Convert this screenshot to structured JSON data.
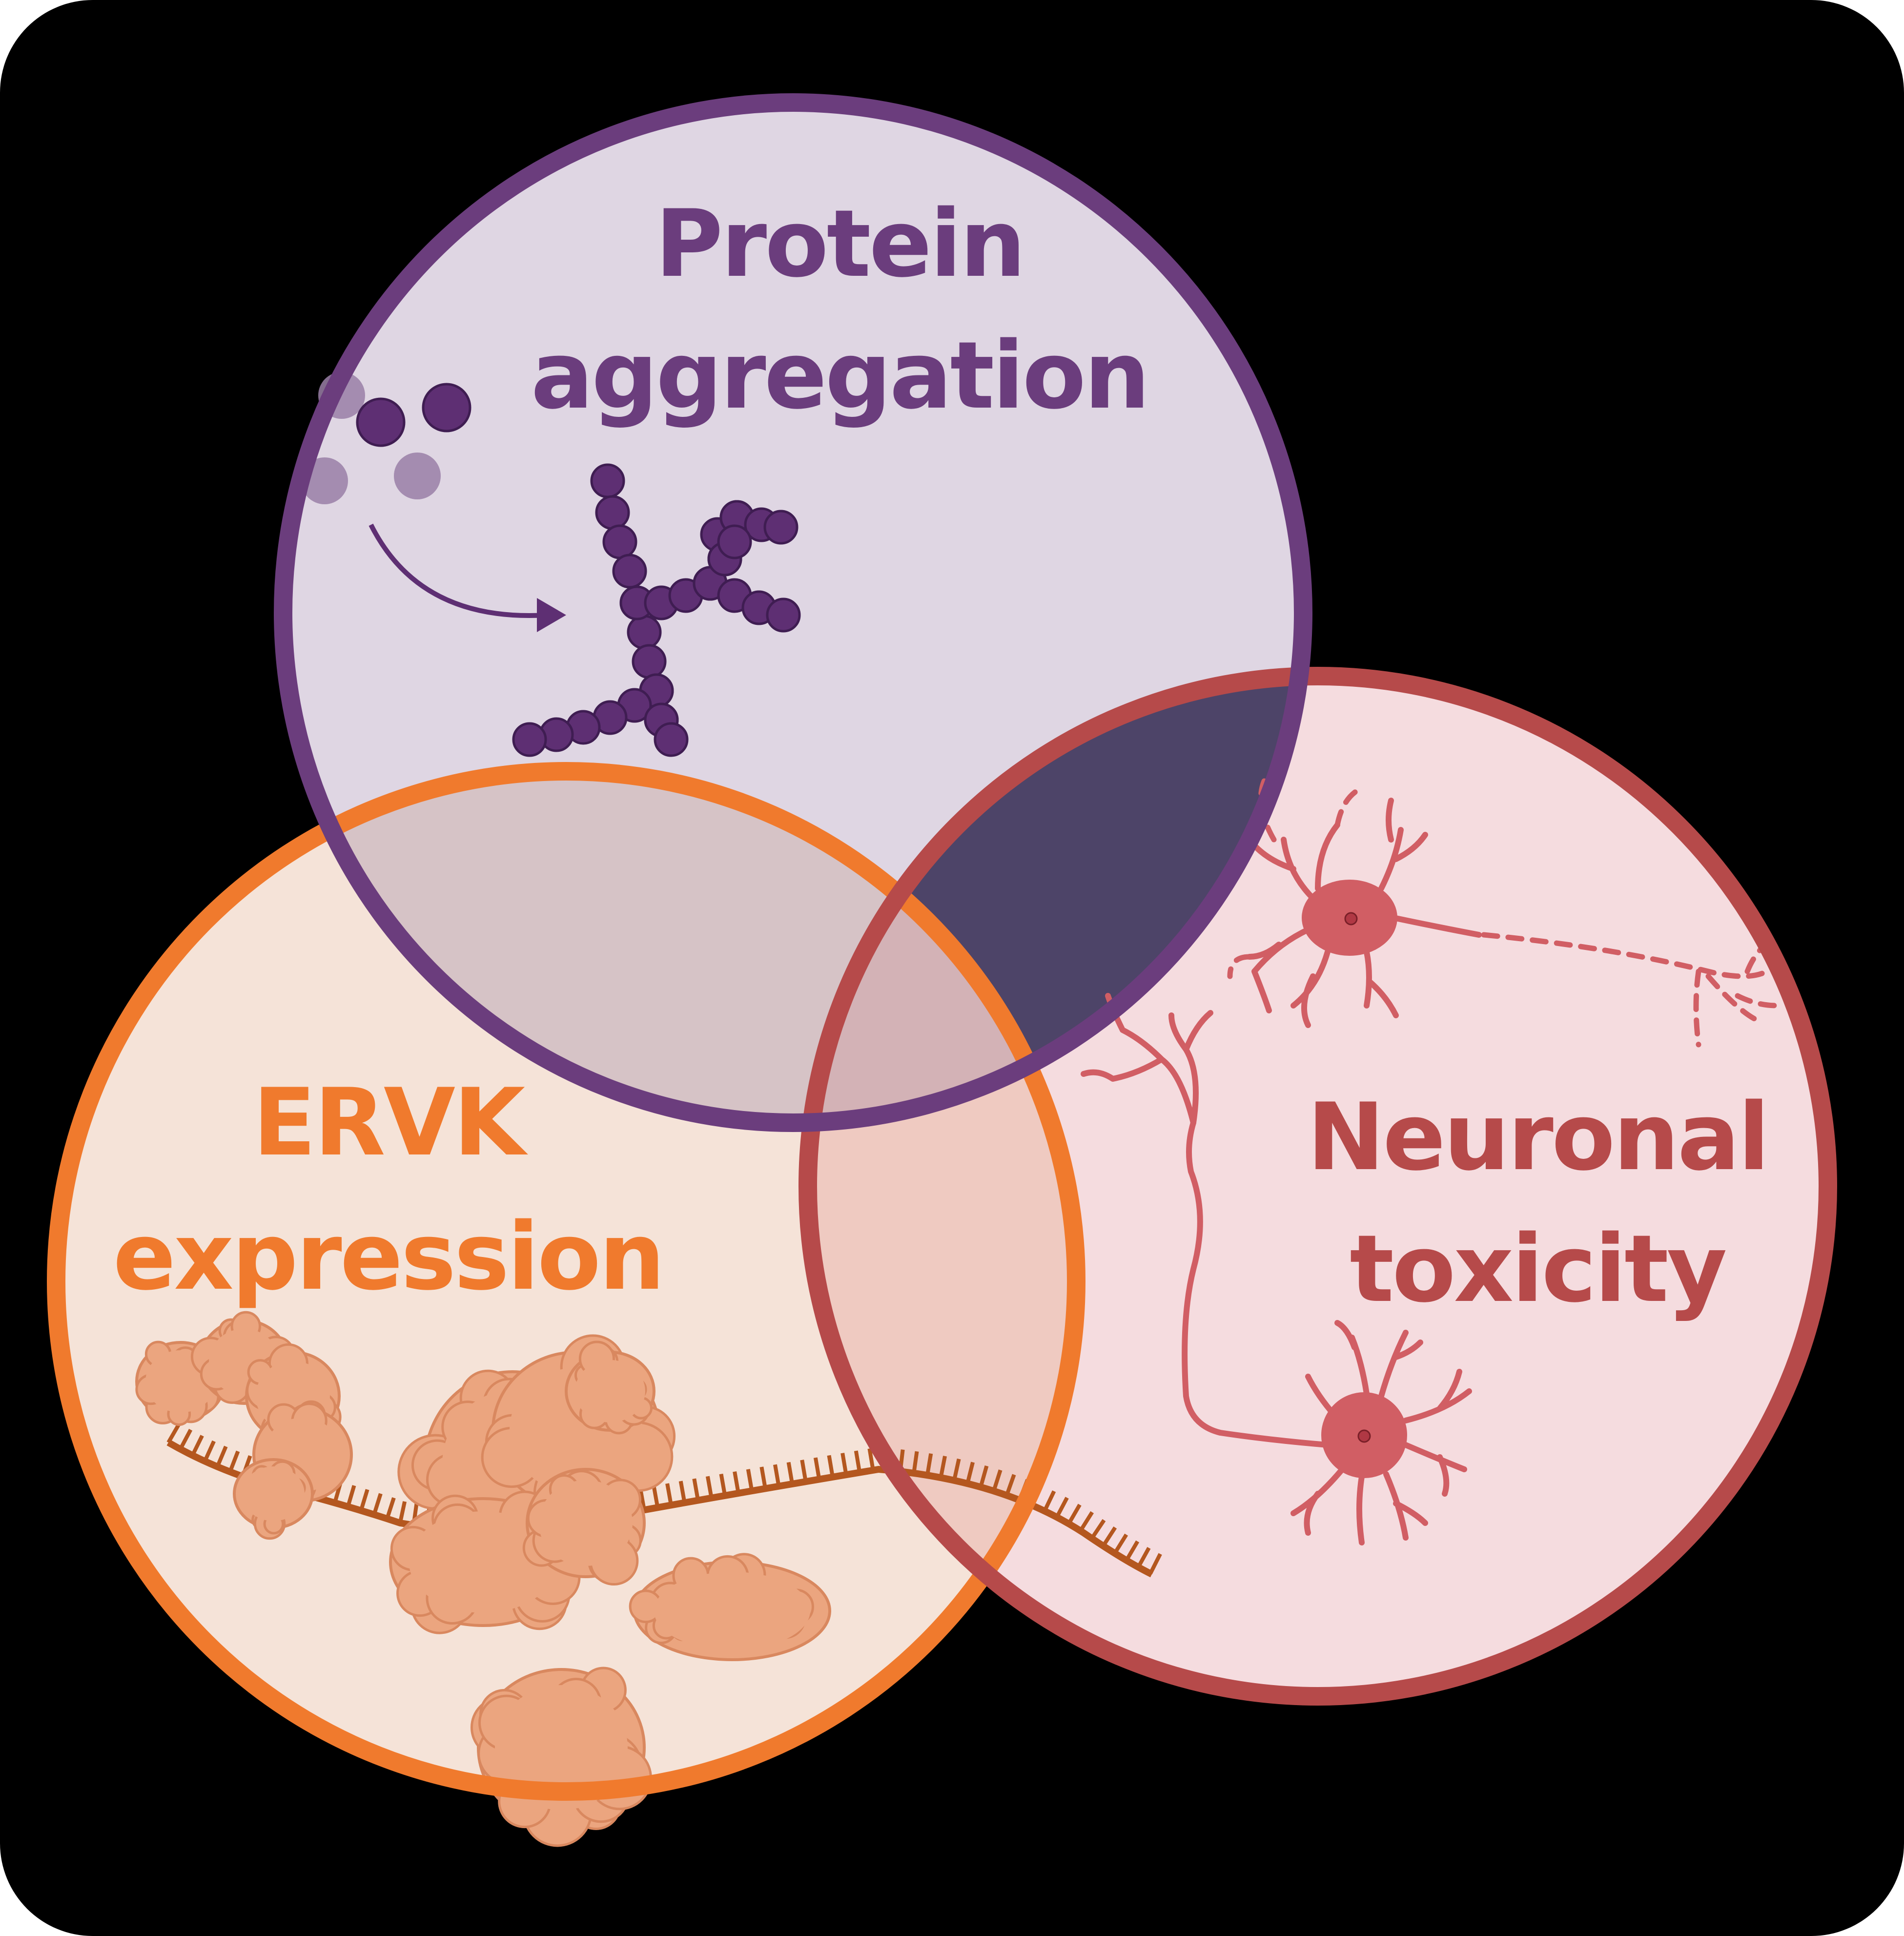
{
  "diagram": {
    "background_color": "#000000",
    "page_color": "#ffffff",
    "circles": [
      {
        "id": "protein",
        "label_line1": "Protein",
        "label_line2": "aggregation",
        "stroke": "#6b3d7d",
        "fill": "#dfd6e3",
        "text_color": "#6b3d7d",
        "icon": "protein-aggregation-icon"
      },
      {
        "id": "ervk",
        "label_line1": "ERVK",
        "label_line2": "expression",
        "stroke": "#f07a2d",
        "fill": "#f5e3d8",
        "text_color": "#f07a2d",
        "icon": "rna-protein-complex-icon"
      },
      {
        "id": "neuronal",
        "label_line1": "Neuronal",
        "label_line2": "toxicity",
        "stroke": "#b64a4a",
        "fill": "#f5dcdf",
        "text_color": "#b64a4a",
        "icon": "neuron-icon"
      }
    ],
    "overlaps": {
      "protein_neuronal": "#4d4468",
      "protein_ervk": "#d6c3c6",
      "ervk_neuronal": "#efcac1",
      "center": "#d3b2b6"
    },
    "icon_colors": {
      "protein_dark": "#5e2f73",
      "protein_light": "#9a7fa7",
      "ervk_blob": "#eba57f",
      "ervk_blob_edge": "#d9885f",
      "ervk_rna": "#b4571f",
      "neuron": "#d15e64",
      "neuron_nucleus": "#b03844"
    }
  }
}
